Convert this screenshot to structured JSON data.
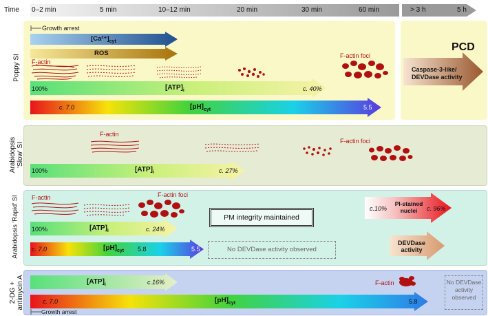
{
  "timeline": {
    "label": "Time",
    "points": [
      "0–2 min",
      "5 min",
      "10–12 min",
      "20 min",
      "30 min",
      "60 min",
      "> 3 h",
      "5 h"
    ]
  },
  "rows": {
    "poppy": {
      "label": "Poppy SI",
      "growth_arrest": "Growth arrest",
      "ca_label": "[Ca²⁺]",
      "ca_sub": "cyt",
      "ros": "ROS",
      "factin": "F-actin",
      "factin_foci": "F-actin foci",
      "atp_start": "100%",
      "atp_label": "[ATP]",
      "atp_sub": "i",
      "atp_end": "c. 40%",
      "ph_start": "c. 7.0",
      "ph_label": "[pH]",
      "ph_sub": "cyt",
      "ph_end": "5.5",
      "pcd": "PCD",
      "caspase_1": "Caspase-3-like/",
      "caspase_2": "DEVDase activity"
    },
    "slow": {
      "label_1": "Arabidopsis",
      "label_2": "'Slow' SI",
      "factin": "F-actin",
      "factin_foci": "F-actin foci",
      "atp_start": "100%",
      "atp_label": "[ATP]",
      "atp_sub": "i",
      "atp_end": "c. 27%"
    },
    "rapid": {
      "label": "Arabidopsis 'Rapid' SI",
      "factin": "F-actin",
      "factin_foci": "F-actin foci",
      "atp_start": "100%",
      "atp_label": "[ATP]",
      "atp_sub": "i",
      "atp_end": "c. 24%",
      "pm_integrity": "PM integrity maintained",
      "ph_start": "c. 7.0",
      "ph_label": "[pH]",
      "ph_sub": "cyt",
      "ph_mid": "5.8",
      "ph_end": "5.5",
      "no_devdase": "No DEVDase activity observed",
      "pi_start": "c.10%",
      "pi_label_1": "PI-stained",
      "pi_label_2": "nuclei",
      "pi_end": "c. 96%",
      "devdase_1": "DEVDase",
      "devdase_2": "activity"
    },
    "dg": {
      "label_1": "2-DG +",
      "label_2": "antimycin A",
      "atp_label": "[ATP]",
      "atp_sub": "i",
      "atp_end": "c.16%",
      "factin": "F-actin",
      "ph_start": "c. 7.0",
      "ph_label": "[pH]",
      "ph_sub": "cyt",
      "ph_end": "5.8",
      "growth_arrest": "Growth arrest",
      "no_devdase_1": "No DEVDase",
      "no_devdase_2": "activity",
      "no_devdase_3": "observed"
    }
  },
  "colors": {
    "poppy_bg": "#fbf8c8",
    "slow_bg": "#e6ebd3",
    "rapid_bg": "#d2f2e8",
    "dg_bg": "#c5d3f1",
    "actin_red": "#b01010"
  }
}
